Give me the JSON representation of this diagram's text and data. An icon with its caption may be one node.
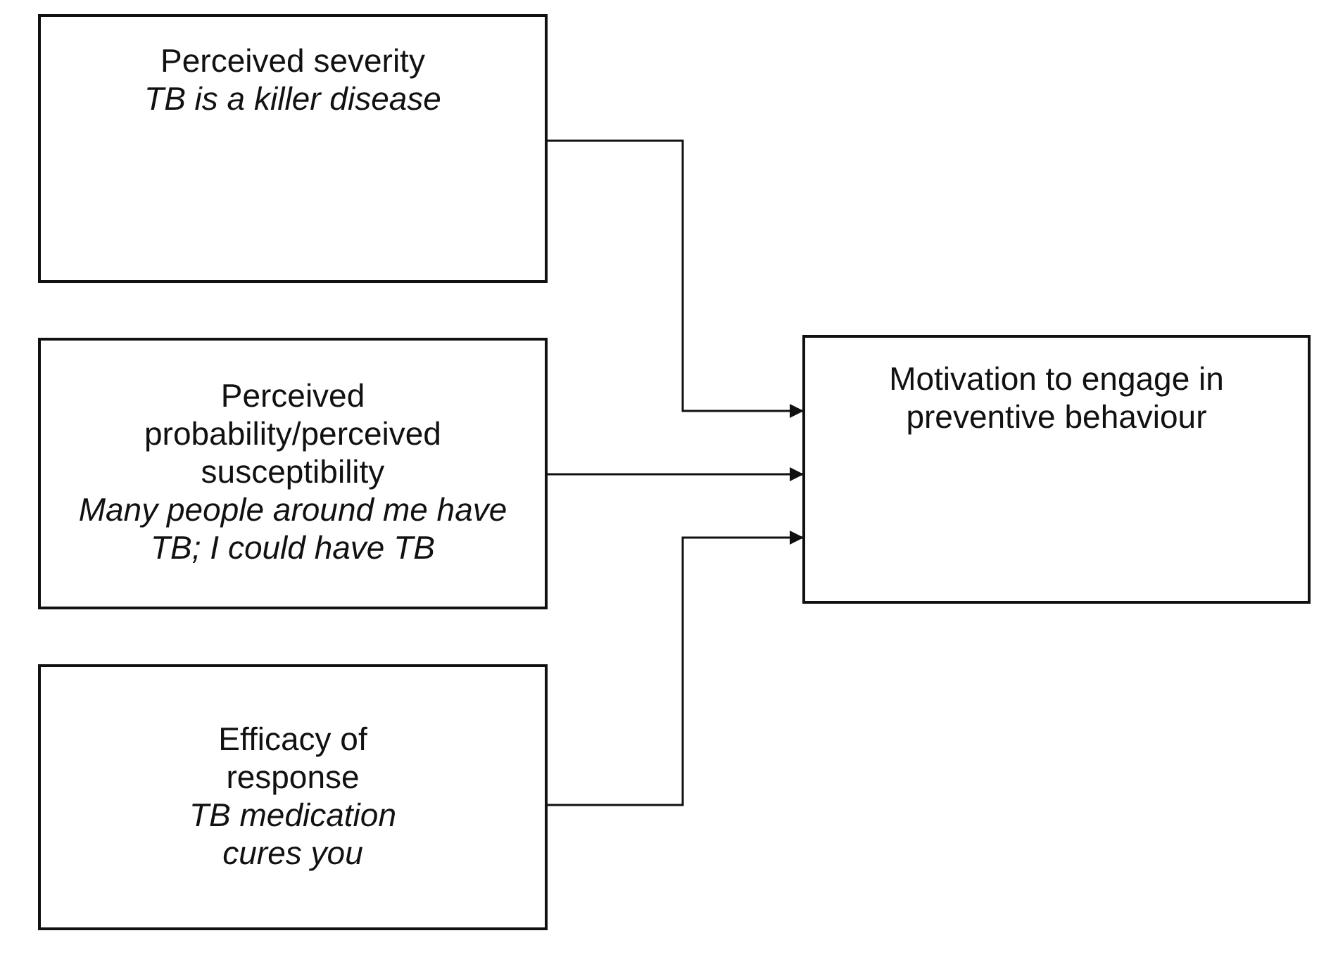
{
  "diagram": {
    "nodes": [
      {
        "text": [
          "Perceived severity",
          "TB is a killer disease"
        ]
      },
      {
        "text": [
          "Perceived probability/perceived susceptibility",
          "Many people around me have TB; I could have TB"
        ]
      },
      {
        "text": [
          "Efficacy of response",
          "TB medication cures you"
        ]
      },
      {
        "text": [
          "Motivation to engage in preventive behaviour"
        ]
      }
    ],
    "edges": [
      {
        "from": 0,
        "to": 3,
        "arrow": "to"
      },
      {
        "from": 1,
        "to": 3,
        "arrow": "to"
      },
      {
        "from": 2,
        "to": 3,
        "arrow": "to"
      }
    ]
  }
}
